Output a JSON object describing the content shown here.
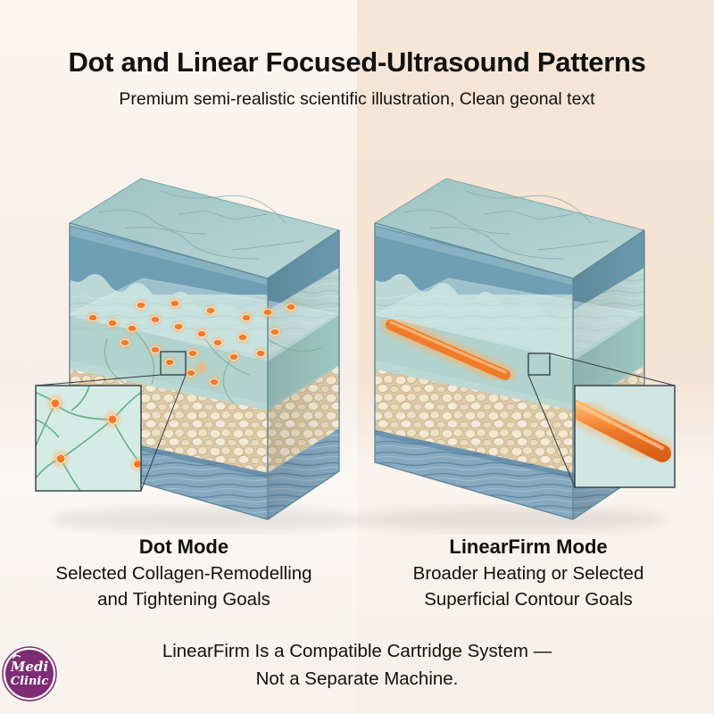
{
  "header": {
    "title": "Dot and Linear Focused-Ultrasound Patterns",
    "subtitle": "Premium semi-realistic scientific illustration, Clean geonal text"
  },
  "panels": [
    {
      "mode": "Dot Mode",
      "line1": "Selected Collagen-Remodelling",
      "line2": "and Tightening Goals"
    },
    {
      "mode": "LinearFirm Mode",
      "line1": "Broader Heating or Selected",
      "line2": "Superficial Contour Goals"
    }
  ],
  "footer": {
    "line1": "LinearFirm Is a Compatible Cartridge System —",
    "line2": "Not a Separate Machine."
  },
  "logo": {
    "line1": "Medi",
    "line2": "Clinic"
  },
  "colors": {
    "skin_top": "#a9cbc9",
    "epidermis": "#6f9fb4",
    "dermis": "#b9d6d3",
    "fat": "#e5d6b9",
    "muscle": "#7fa6bf",
    "focus_orange": "#f07c2a",
    "glow": "#ffb060",
    "brand_purple": "#7d2d73"
  }
}
